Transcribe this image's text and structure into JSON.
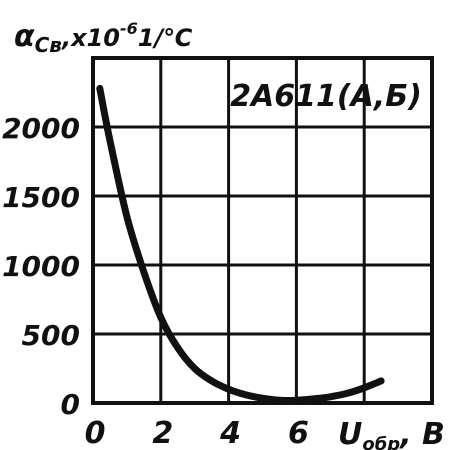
{
  "chart_data": {
    "type": "line",
    "ylabel": "α",
    "ylabel_sub": "Cв",
    "ylabel_units": ",x10",
    "ylabel_exp": "-6",
    "ylabel_tail": "1/℃",
    "xlabel": "U",
    "xlabel_sub": "обр",
    "xlabel_tail": ", В",
    "annotation": "2А611(А,Б)",
    "x_ticks": [
      "0",
      "2",
      "4",
      "6"
    ],
    "y_ticks": [
      "0",
      "500",
      "1000",
      "1500",
      "2000"
    ],
    "xlim": [
      0,
      10
    ],
    "ylim": [
      0,
      2500
    ],
    "grid": true,
    "series": [
      {
        "x": [
          0.2,
          0.5,
          1.0,
          1.5,
          2.0,
          2.5,
          3.0,
          3.5,
          4.0,
          4.5,
          5.0,
          5.5,
          6.0,
          6.5,
          7.0,
          7.5,
          8.0,
          8.5
        ],
        "y": [
          2280,
          1900,
          1350,
          950,
          620,
          400,
          250,
          160,
          100,
          60,
          35,
          20,
          20,
          30,
          45,
          70,
          110,
          160
        ]
      }
    ],
    "colors": {
      "ink": "#111111",
      "background": "#ffffff"
    }
  }
}
